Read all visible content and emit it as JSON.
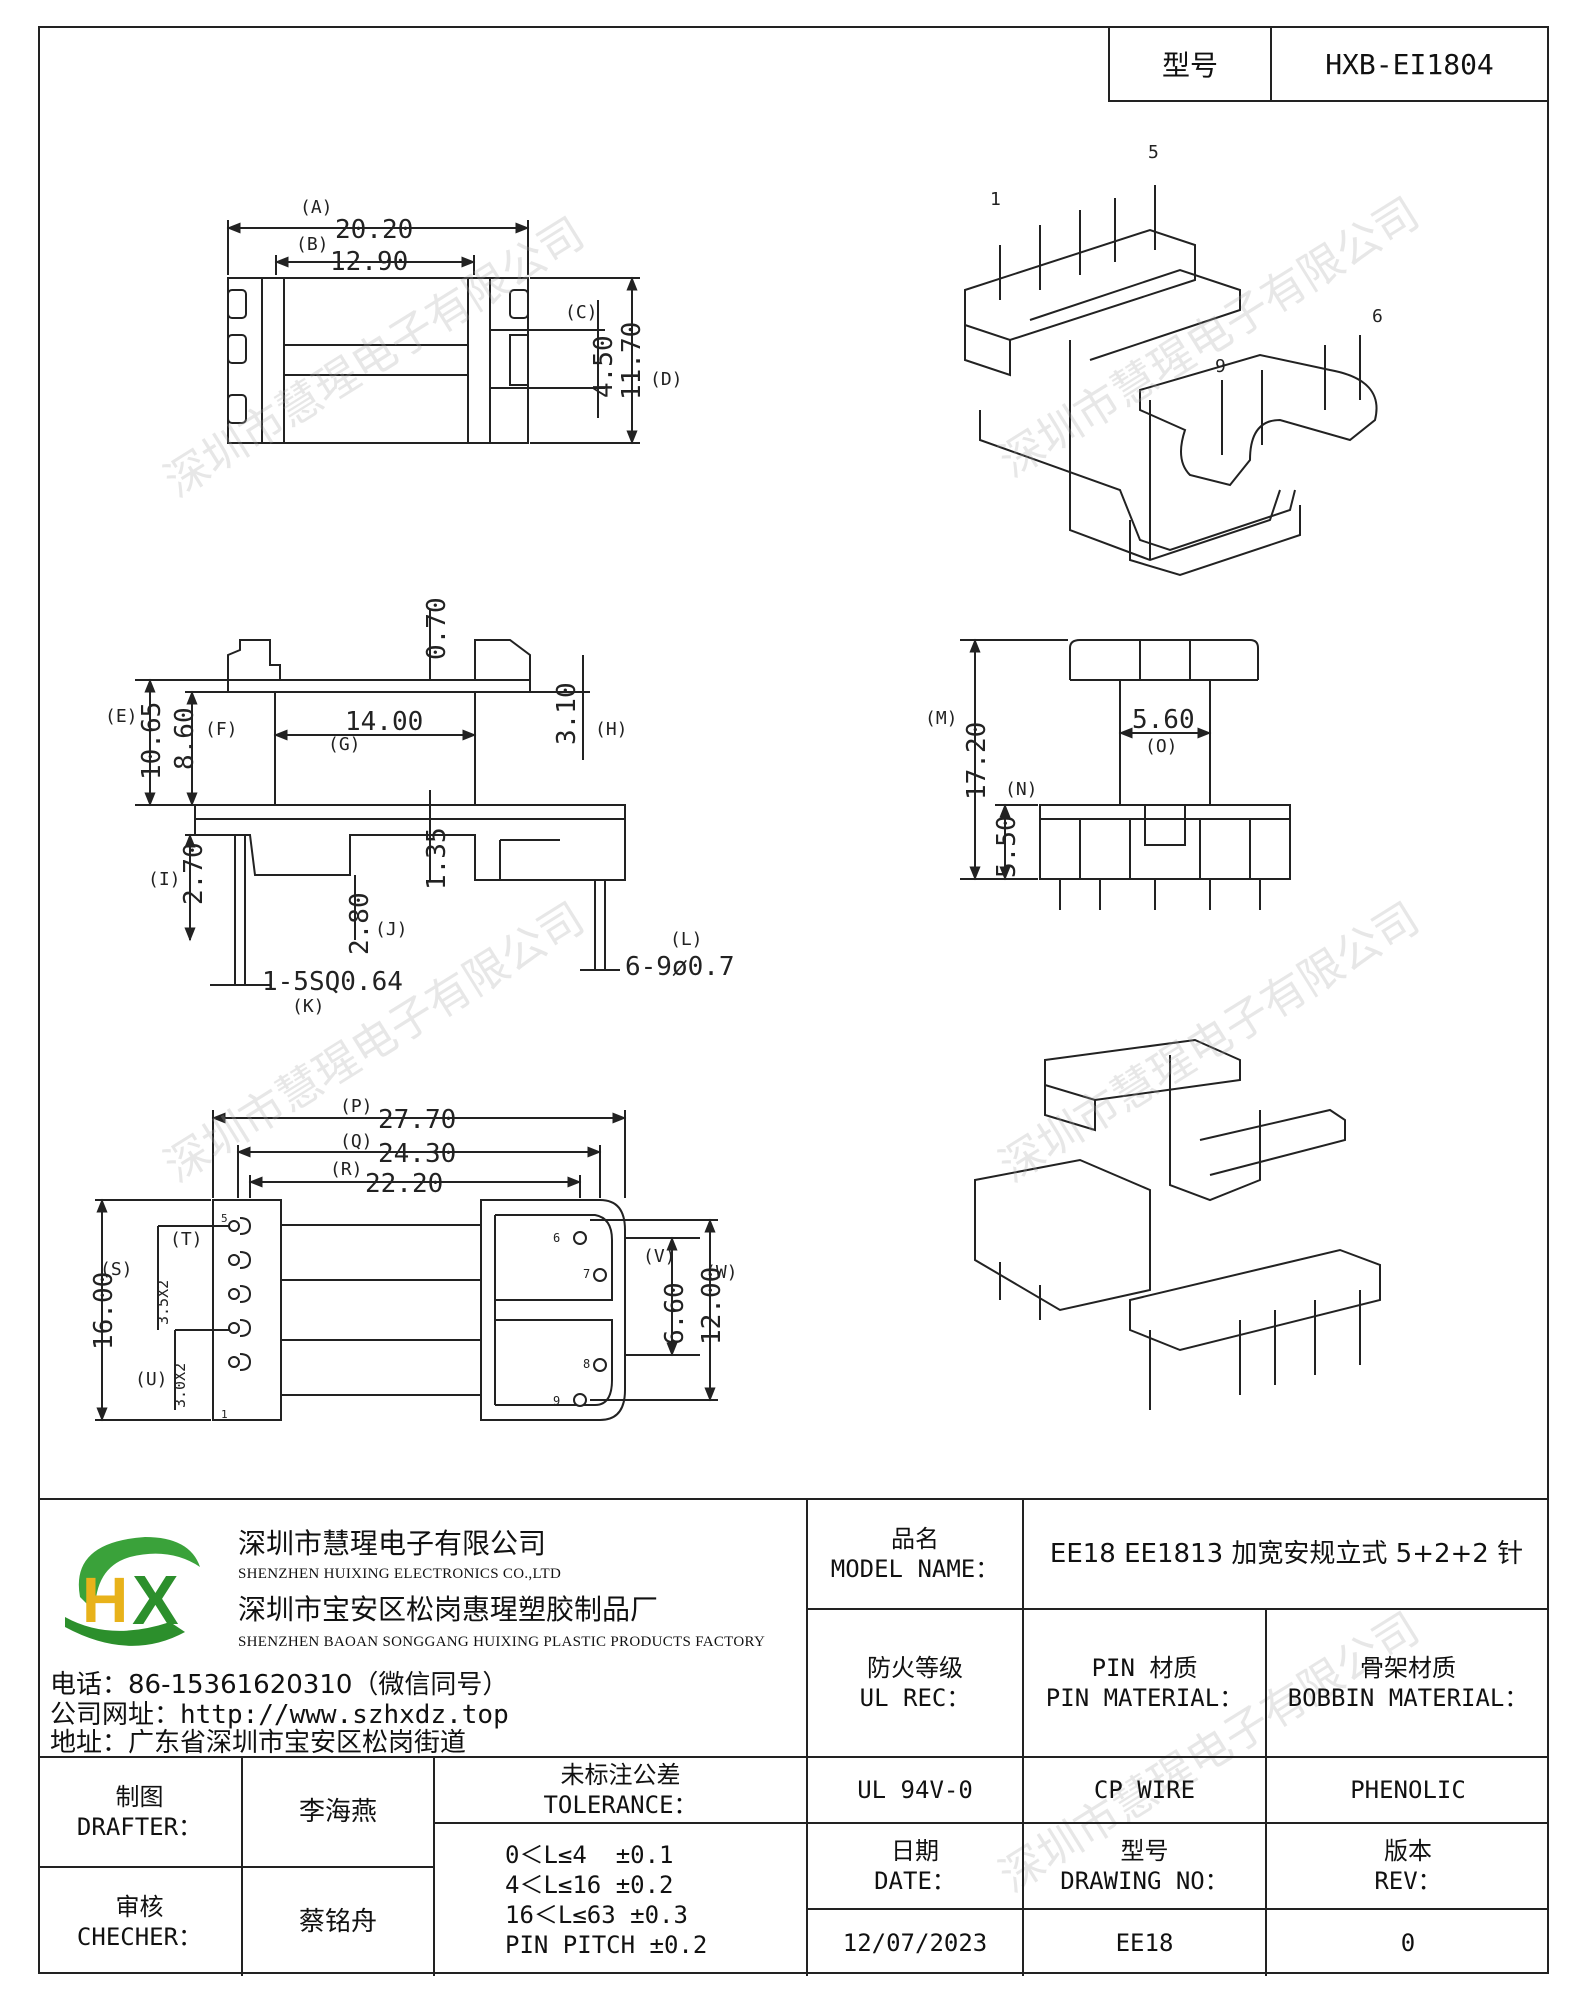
{
  "header": {
    "model_label": "型号",
    "model_value": "HXB-EI1804"
  },
  "top_view": {
    "dims": [
      {
        "letter": "(A)",
        "value": "20.20"
      },
      {
        "letter": "(B)",
        "value": "12.90"
      },
      {
        "letter": "(C)",
        "value": "4.50"
      },
      {
        "letter": "(D)",
        "value": "11.70"
      }
    ]
  },
  "iso_top": {
    "pins": [
      "1",
      "5",
      "6",
      "9"
    ]
  },
  "side_view": {
    "dims": [
      {
        "letter": "",
        "value": "0.70"
      },
      {
        "letter": "(E)",
        "value": "10.65"
      },
      {
        "letter": "(F)",
        "value": "8.60"
      },
      {
        "letter": "(G)",
        "value": "14.00"
      },
      {
        "letter": "(H)",
        "value": "3.10"
      },
      {
        "letter": "(I)",
        "value": "2.70"
      },
      {
        "letter": "",
        "value": "1.35"
      },
      {
        "letter": "(J)",
        "value": "2.80"
      },
      {
        "letter": "(K)",
        "value": "1-5SQ0.64"
      },
      {
        "letter": "(L)",
        "value": "6-9ø0.7"
      }
    ]
  },
  "end_view": {
    "dims": [
      {
        "letter": "(M)",
        "value": "17.20"
      },
      {
        "letter": "(O)",
        "value": "5.60"
      },
      {
        "letter": "(N)",
        "value": "5.50"
      }
    ]
  },
  "bottom_view": {
    "dims": [
      {
        "letter": "(P)",
        "value": "27.70"
      },
      {
        "letter": "(Q)",
        "value": "24.30"
      },
      {
        "letter": "(R)",
        "value": "22.20"
      },
      {
        "letter": "(S)",
        "value": "16.00"
      },
      {
        "letter": "(T)",
        "value": "3.5X2"
      },
      {
        "letter": "(U)",
        "value": "3.0X2"
      },
      {
        "letter": "(V)",
        "value": "6.60"
      },
      {
        "letter": "(W)",
        "value": "12.00"
      }
    ],
    "pins": [
      "5",
      "1",
      "6",
      "7",
      "8",
      "9"
    ]
  },
  "watermark": "深圳市慧瑆电子有限公司",
  "company": {
    "logo": "HX",
    "name_cn": "深圳市慧瑆电子有限公司",
    "name_en": "SHENZHEN HUIXING ELECTRONICS CO.,LTD",
    "factory_cn": "深圳市宝安区松岗惠瑆塑胶制品厂",
    "factory_en": "SHENZHEN BAOAN SONGGANG HUIXING PLASTIC PRODUCTS FACTORY",
    "phone": "电话：86-15361620310（微信同号）",
    "website": "公司网址：http://www.szhxdz.top",
    "address": "地址：广东省深圳市宝安区松岗街道"
  },
  "title_block": {
    "model_name_cn": "品名",
    "model_name_en": "MODEL NAME：",
    "model_name_value": "EE18 EE1813 加宽安规立式 5+2+2 针",
    "ul_cn": "防火等级",
    "ul_en": "UL REC：",
    "pin_cn": "PIN 材质",
    "pin_en": "PIN MATERIAL：",
    "bobbin_cn": "骨架材质",
    "bobbin_en": "BOBBIN MATERIAL：",
    "ul_value": "UL 94V-0",
    "pin_value": "CP WIRE",
    "bobbin_value": "PHENOLIC",
    "drafter_cn": "制图",
    "drafter_en": "DRAFTER：",
    "drafter_name": "李海燕",
    "checker_cn": "审核",
    "checker_en": "CHECHER：",
    "checker_name": "蔡铭舟",
    "tolerance_cn": "未标注公差",
    "tolerance_en": "TOLERANCE：",
    "tolerances": [
      "0＜L≤4  ±0.1",
      "4＜L≤16 ±0.2",
      "16＜L≤63 ±0.3",
      "PIN PITCH ±0.2"
    ],
    "date_cn": "日期",
    "date_en": "DATE：",
    "date_value": "12/07/2023",
    "drawing_cn": "型号",
    "drawing_en": "DRAWING NO：",
    "drawing_value": "EE18",
    "rev_cn": "版本",
    "rev_en": "REV：",
    "rev_value": "0"
  }
}
